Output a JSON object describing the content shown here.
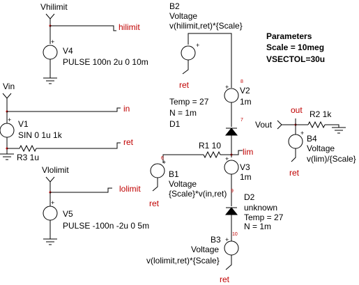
{
  "parameters": {
    "heading": "Parameters",
    "scale": "Scale = 10meg",
    "vsectol": "VSECTOL=30u"
  },
  "pins": {
    "vhilimit": "Vhilimit",
    "vin": "Vin",
    "vlolimit": "Vlolimit",
    "vout": "Vout"
  },
  "nets": {
    "hilimit": "hilimit",
    "in": "in",
    "ret_v1": "ret",
    "lolimit": "lolimit",
    "ret_b2": "ret",
    "lim": "lim",
    "ret_b1": "ret",
    "out": "out",
    "ret_b4": "ret",
    "ret_bottom": "ret"
  },
  "node_numbers": {
    "n8": "8",
    "n7": "7",
    "n6": "6",
    "n9": "9",
    "n10": "10"
  },
  "components": {
    "v4": {
      "name": "V4",
      "value": "PULSE 100n 2u 0 10m"
    },
    "v1": {
      "name": "V1",
      "value": "SIN 0 1u 1k"
    },
    "r3": {
      "name": "R3 1u"
    },
    "v5": {
      "name": "V5",
      "value": "PULSE -100n -2u 0 5m"
    },
    "b2": {
      "name": "B2",
      "type": "Voltage",
      "expr": "v(hilimit,ret)*{Scale}"
    },
    "v2": {
      "name": "V2",
      "value": "1m"
    },
    "d1": {
      "temp": "Temp = 27",
      "n": "N = 1m",
      "name": "D1"
    },
    "r1": {
      "name": "R1 10"
    },
    "v3": {
      "name": "V3",
      "value": "1m"
    },
    "b1": {
      "name": "B1",
      "type": "Voltage",
      "expr": "{Scale}*v(in,ret)"
    },
    "d2": {
      "name": "D2",
      "model": "unknown",
      "temp": "Temp = 27",
      "n": "N = 1m"
    },
    "b3": {
      "name": "B3",
      "type": "Voltage",
      "expr": "v(lolimit,ret)*{Scale}"
    },
    "r2": {
      "name": "R2 1k"
    },
    "b4": {
      "name": "B4",
      "type": "Voltage",
      "expr": "v(lim)/{Scale}"
    }
  }
}
